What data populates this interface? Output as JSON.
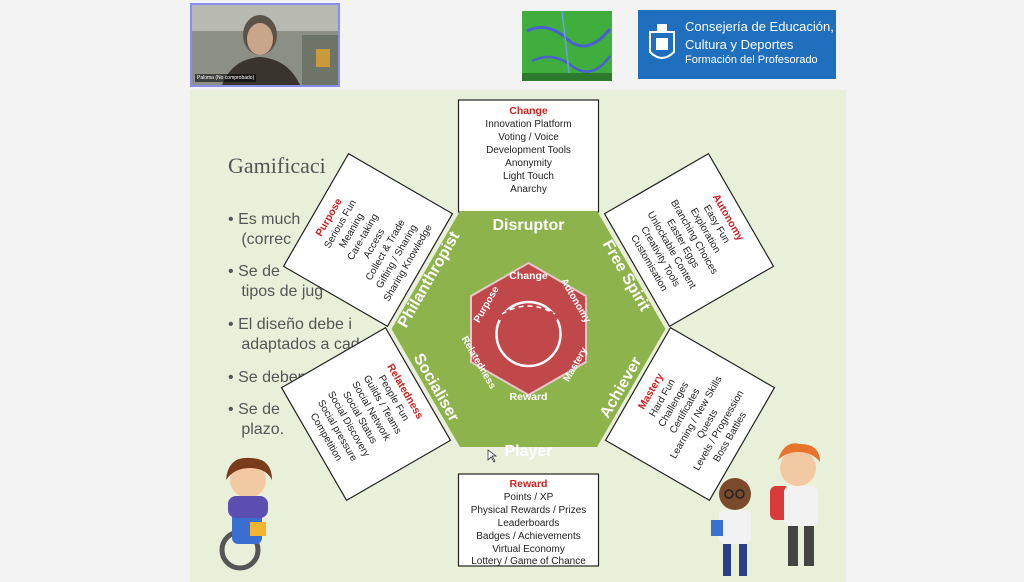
{
  "meeting": {
    "participant_name": "Paloma (No comprobado)"
  },
  "logo": {
    "line1": "Consejería de Educación,",
    "line2": "Cultura y Deportes",
    "line3": "Formación del Profesorado",
    "bg_color": "#1f6fbd"
  },
  "slide": {
    "title": "Gamificaci",
    "bullets": [
      {
        "marker": "•",
        "line1": "Es much",
        "line2": "(correc"
      },
      {
        "marker": "•",
        "line1": "Se de",
        "line2": "tipos de jug"
      },
      {
        "marker": "•",
        "line1": "El diseño debe i",
        "line2": "adaptados a cad"
      },
      {
        "marker": "•",
        "line1": "Se deben",
        "line2": ""
      },
      {
        "marker": "•",
        "line1": "Se de",
        "line2": "plazo."
      }
    ]
  },
  "hexad": {
    "colors": {
      "outer_hex": "#8db34c",
      "inner_hex": "#c0484a",
      "heading_red": "#cc2222"
    },
    "outer_labels": {
      "top": "Disruptor",
      "upper_right": "Free Spirit",
      "lower_right": "Achiever",
      "bottom": "Player",
      "lower_left": "Socialiser",
      "upper_left": "Philanthropist"
    },
    "inner_labels": {
      "top": "Change",
      "upper_right": "Autonomy",
      "lower_right": "Mastery",
      "bottom": "Reward",
      "lower_left": "Relatedness",
      "upper_left": "Purpose"
    },
    "cards": {
      "top": {
        "heading": "Change",
        "items": [
          "Innovation Platform",
          "Voting / Voice",
          "Development Tools",
          "Anonymity",
          "Light Touch",
          "Anarchy"
        ]
      },
      "upper_right": {
        "heading": "Autonomy",
        "items": [
          "Easy Fun",
          "Exploration",
          "Branching Choices",
          "Easter Eggs",
          "Unlockable Content",
          "Creativity Tools",
          "Customisation"
        ]
      },
      "lower_right": {
        "heading": "Mastery",
        "items": [
          "Hard Fun",
          "Challenges",
          "Certificates",
          "Learning / New Skills",
          "Quests",
          "Levels / Progression",
          "Boss Battles"
        ]
      },
      "bottom": {
        "heading": "Reward",
        "items": [
          "Points / XP",
          "Physical Rewards / Prizes",
          "Leaderboards",
          "Badges / Achievements",
          "Virtual Economy",
          "Lottery / Game of Chance"
        ]
      },
      "lower_left": {
        "heading": "Relatedness",
        "items": [
          "People Fun",
          "Guilds / Teams",
          "Social Network",
          "Social Status",
          "Social Discovery",
          "Social pressure",
          "Competition"
        ]
      },
      "upper_left": {
        "heading": "Purpose",
        "items": [
          "Serious Fun",
          "Meaning",
          "Care-taking",
          "Access",
          "Collect & Trade",
          "Gifting / Sharing",
          "Sharing Knowledge"
        ]
      }
    }
  }
}
